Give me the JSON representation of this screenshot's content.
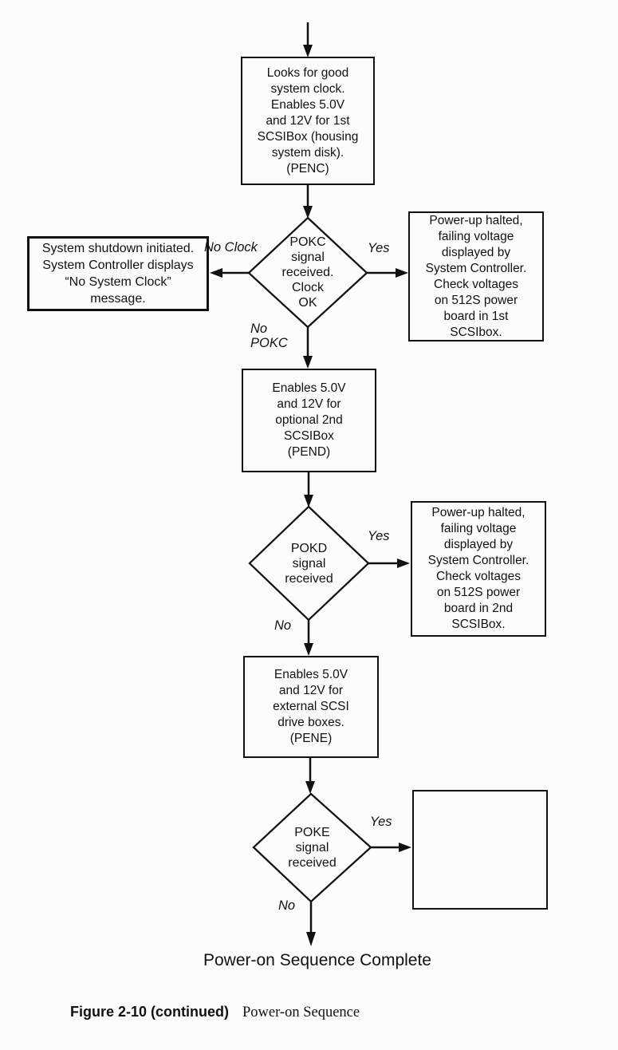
{
  "flowchart": {
    "nodes": {
      "penc": "Looks for good\nsystem clock.\nEnables 5.0V\nand 12V for 1st\nSCSIBox (housing\nsystem disk).\n(PENC)",
      "pokc": "POKC\nsignal\nreceived.\nClock\nOK",
      "shutdown": "System shutdown initiated.\nSystem Controller displays\n“No System Clock”\nmessage.",
      "halt1": "Power-up halted,\nfailing voltage\ndisplayed by\nSystem Controller.\nCheck voltages\non 512S power\nboard in 1st\nSCSIbox.",
      "pend": "Enables 5.0V\nand 12V for\noptional 2nd\nSCSIBox\n(PEND)",
      "pokd": "POKD\nsignal\nreceived",
      "halt2": "Power-up halted,\nfailing voltage\ndisplayed by\nSystem Controller.\nCheck voltages\non 512S power\nboard in 2nd\nSCSIBox.",
      "pene": "Enables 5.0V\nand 12V for\nexternal SCSI\ndrive boxes.\n(PENE)",
      "poke": "POKE\nsignal\nreceived"
    },
    "edge_labels": {
      "no_clock": "No Clock",
      "yes_pokc": "Yes",
      "no_pokc": "No\nPOKC",
      "yes_pokd": "Yes",
      "no_pokd": "No",
      "yes_poke": "Yes",
      "no_poke": "No"
    },
    "end_text": "Power-on Sequence Complete",
    "colors": {
      "ink": "#111111",
      "paper": "#fcfcfa"
    }
  },
  "caption": {
    "label": "Figure 2-10 (continued)",
    "title": "Power-on Sequence"
  }
}
